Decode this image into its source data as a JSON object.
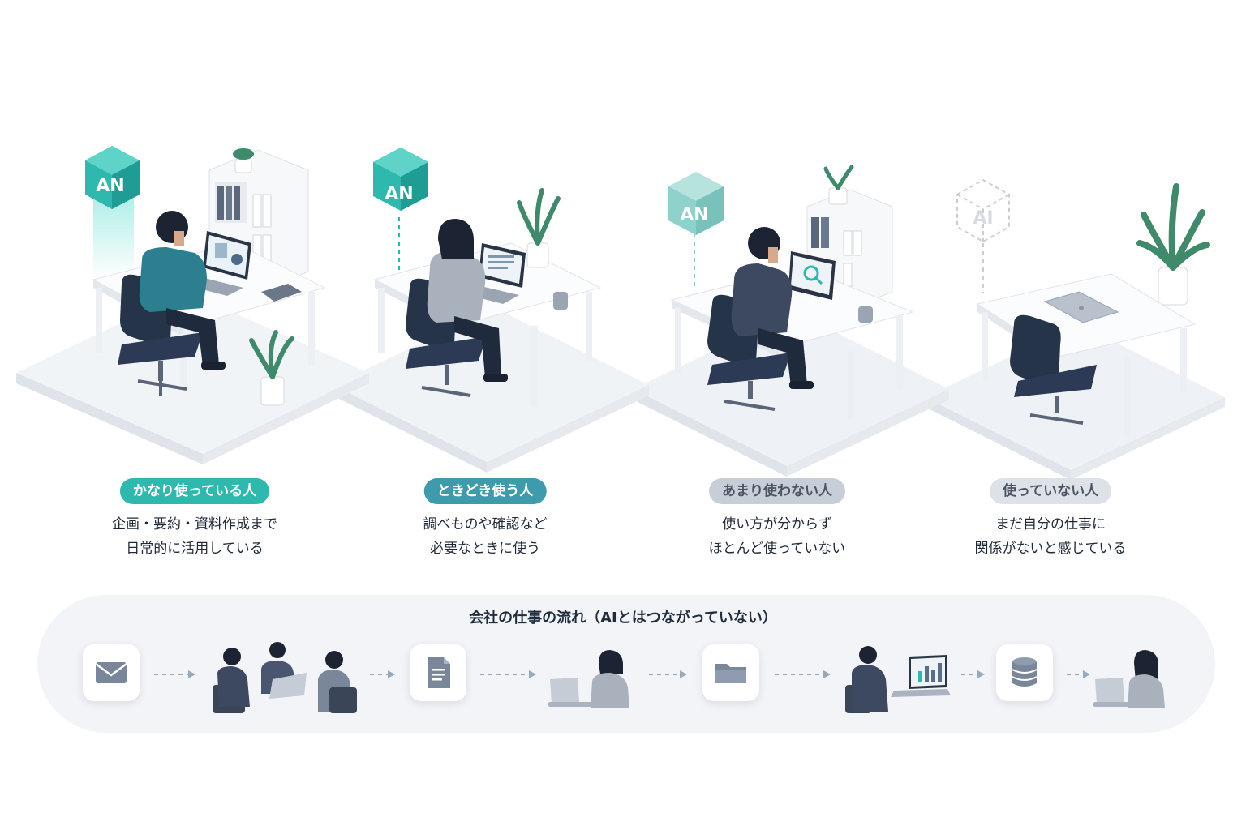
{
  "ai_cube": {
    "text": "AN",
    "faded_text": "AI"
  },
  "personas": [
    {
      "label": "かなり使っている人",
      "desc_line1": "企画・要約・資料作成まで",
      "desc_line2": "日常的に活用している"
    },
    {
      "label": "ときどき使う人",
      "desc_line1": "調べものや確認など",
      "desc_line2": "必要なときに使う"
    },
    {
      "label": "あまり使わない人",
      "desc_line1": "使い方が分からず",
      "desc_line2": "ほとんど使っていない"
    },
    {
      "label": "使っていない人",
      "desc_line1": "まだ自分の仕事に",
      "desc_line2": "関係がないと感じている"
    }
  ],
  "flow": {
    "title": "会社の仕事の流れ（AIとはつながっていない）",
    "steps": [
      {
        "icon": "mail-icon"
      },
      {
        "icon": "meeting-people-icon"
      },
      {
        "icon": "document-icon"
      },
      {
        "icon": "person-laptop-icon"
      },
      {
        "icon": "folder-icon"
      },
      {
        "icon": "person-chart-icon"
      },
      {
        "icon": "database-icon"
      },
      {
        "icon": "person-laptop-icon"
      }
    ]
  },
  "colors": {
    "teal": "#2fb8ad",
    "teal_dark": "#1f9c93",
    "navy": "#2c3a55",
    "gray_badge": "#c7ced8",
    "flow_icon": "#6b7a90"
  }
}
